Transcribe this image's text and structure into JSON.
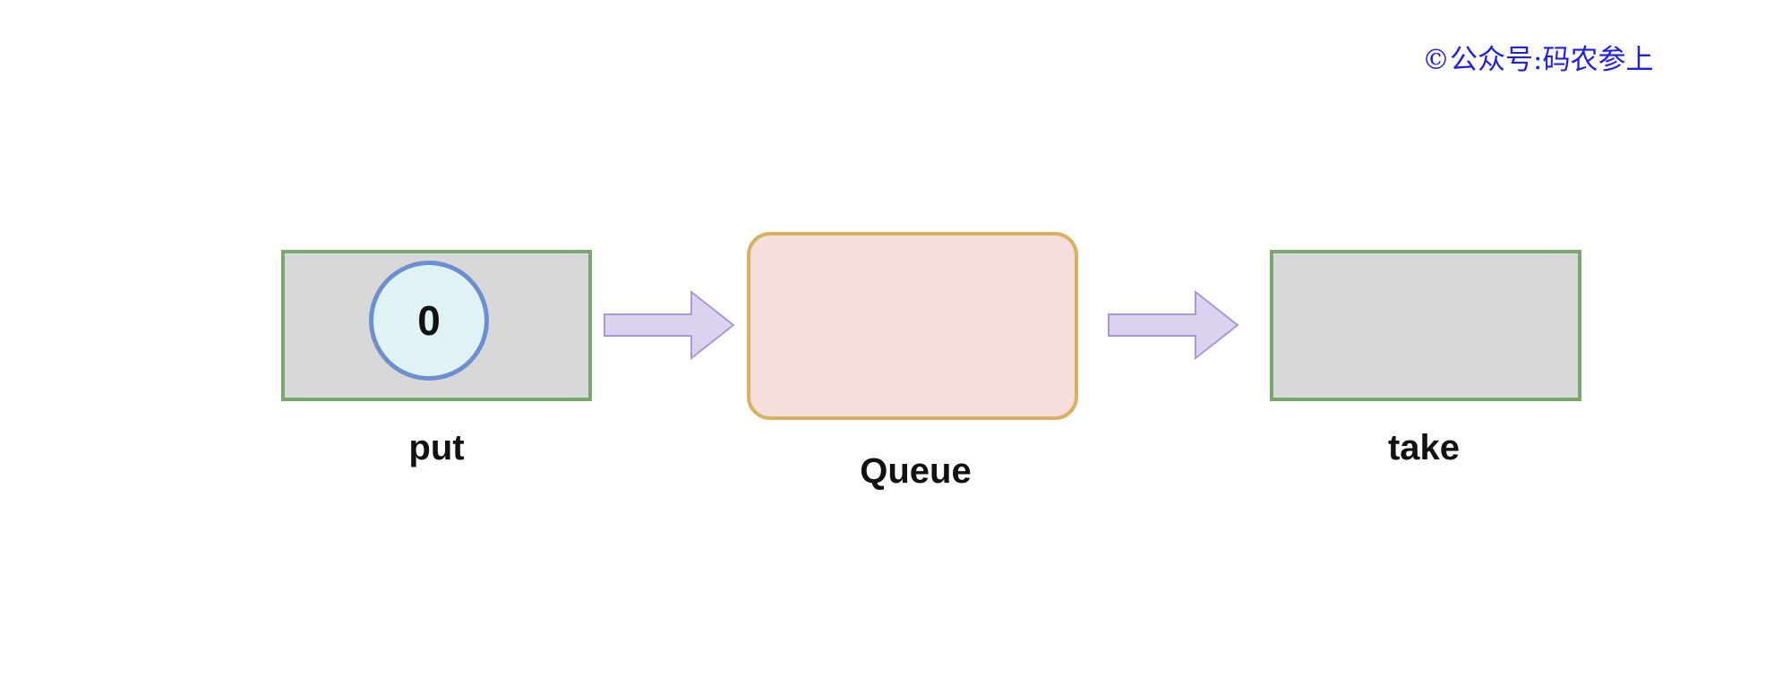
{
  "watermark": {
    "text": "©公众号:码农参上",
    "color": "#1f1fe6"
  },
  "nodes": {
    "put": {
      "label": "put",
      "fill": "#d8d8d8",
      "stroke": "#78a86d"
    },
    "queue": {
      "label": "Queue",
      "fill": "#f6dede",
      "stroke": "#d8b15e"
    },
    "take": {
      "label": "take",
      "fill": "#d8d8d8",
      "stroke": "#78a86d"
    }
  },
  "token": {
    "value": "0",
    "fill": "#dff2f4",
    "stroke": "#6d8fd2"
  },
  "arrows": {
    "fill": "#dcd2f0",
    "stroke": "#a998d2",
    "icon": "right-arrow-icon"
  }
}
